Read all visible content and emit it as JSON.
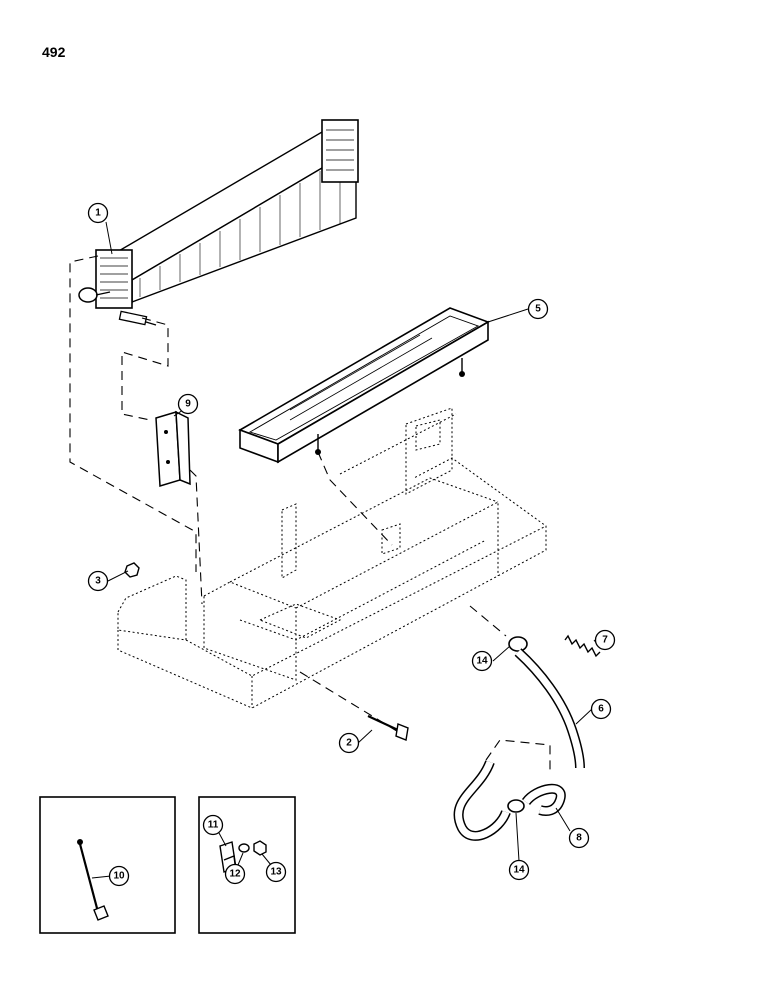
{
  "page": {
    "number": "492"
  },
  "callouts": [
    {
      "id": "c1",
      "label": "1"
    },
    {
      "id": "c2",
      "label": "2"
    },
    {
      "id": "c3",
      "label": "3"
    },
    {
      "id": "c5",
      "label": "5"
    },
    {
      "id": "c6",
      "label": "6"
    },
    {
      "id": "c7",
      "label": "7"
    },
    {
      "id": "c8",
      "label": "8"
    },
    {
      "id": "c9",
      "label": "9"
    },
    {
      "id": "c10",
      "label": "10"
    },
    {
      "id": "c11",
      "label": "11"
    },
    {
      "id": "c12",
      "label": "12"
    },
    {
      "id": "c13",
      "label": "13"
    },
    {
      "id": "c14a",
      "label": "14"
    },
    {
      "id": "c14b",
      "label": "14"
    }
  ]
}
